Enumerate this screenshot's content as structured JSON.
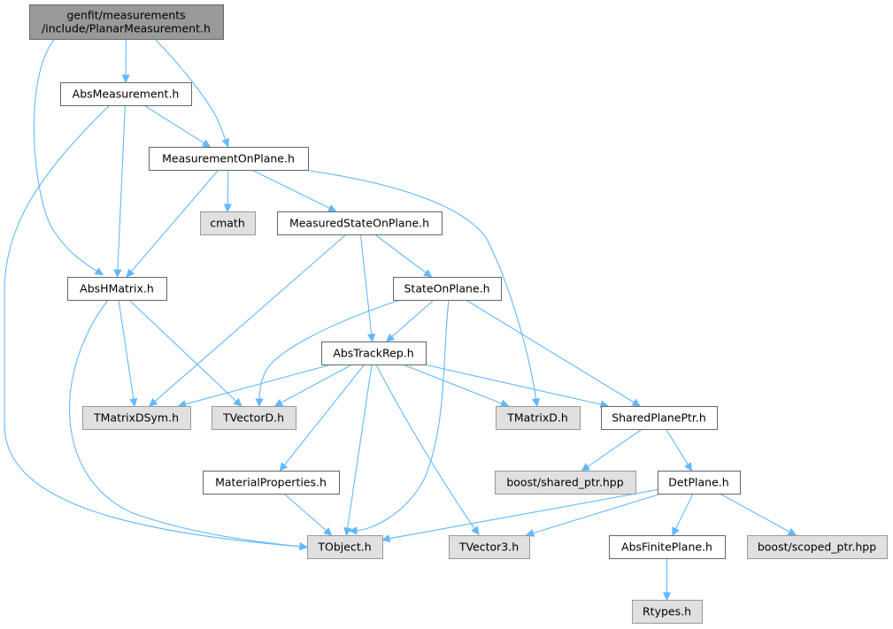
{
  "colors": {
    "edge": "#63b8ff",
    "root_fill": "#999999",
    "root_border": "#666666",
    "file_fill": "#ffffff",
    "file_border": "#666666",
    "external_fill": "#e0e0e0",
    "external_border": "#999999"
  },
  "nodes": [
    {
      "id": "root",
      "kind": "root",
      "lines": [
        "genfit/measurements",
        "/include/PlanarMeasurement.h"
      ]
    },
    {
      "id": "absmeas",
      "kind": "file",
      "lines": [
        "AbsMeasurement.h"
      ]
    },
    {
      "id": "measonplane",
      "kind": "file",
      "lines": [
        "MeasurementOnPlane.h"
      ]
    },
    {
      "id": "cmath",
      "kind": "external",
      "lines": [
        "cmath"
      ]
    },
    {
      "id": "measstate",
      "kind": "file",
      "lines": [
        "MeasuredStateOnPlane.h"
      ]
    },
    {
      "id": "abshmatrix",
      "kind": "file",
      "lines": [
        "AbsHMatrix.h"
      ]
    },
    {
      "id": "stateonplane",
      "kind": "file",
      "lines": [
        "StateOnPlane.h"
      ]
    },
    {
      "id": "abstrackrep",
      "kind": "file",
      "lines": [
        "AbsTrackRep.h"
      ]
    },
    {
      "id": "tmatrixdsym",
      "kind": "external",
      "lines": [
        "TMatrixDSym.h"
      ]
    },
    {
      "id": "tvectord",
      "kind": "external",
      "lines": [
        "TVectorD.h"
      ]
    },
    {
      "id": "tmatrixd",
      "kind": "external",
      "lines": [
        "TMatrixD.h"
      ]
    },
    {
      "id": "sharedplaneptr",
      "kind": "file",
      "lines": [
        "SharedPlanePtr.h"
      ]
    },
    {
      "id": "boostshared",
      "kind": "external",
      "lines": [
        "boost/shared_ptr.hpp"
      ]
    },
    {
      "id": "detplane",
      "kind": "file",
      "lines": [
        "DetPlane.h"
      ]
    },
    {
      "id": "materialprops",
      "kind": "file",
      "lines": [
        "MaterialProperties.h"
      ]
    },
    {
      "id": "tobject",
      "kind": "external",
      "lines": [
        "TObject.h"
      ]
    },
    {
      "id": "tvector3",
      "kind": "external",
      "lines": [
        "TVector3.h"
      ]
    },
    {
      "id": "absfiniteplane",
      "kind": "file",
      "lines": [
        "AbsFinitePlane.h"
      ]
    },
    {
      "id": "boostscoped",
      "kind": "external",
      "lines": [
        "boost/scoped_ptr.hpp"
      ]
    },
    {
      "id": "rtypes",
      "kind": "external",
      "lines": [
        "Rtypes.h"
      ]
    }
  ],
  "edges": [
    {
      "from": "root",
      "to": "absmeas"
    },
    {
      "from": "root",
      "to": "measonplane"
    },
    {
      "from": "root",
      "to": "abshmatrix"
    },
    {
      "from": "absmeas",
      "to": "measonplane"
    },
    {
      "from": "absmeas",
      "to": "abshmatrix"
    },
    {
      "from": "absmeas",
      "to": "tobject"
    },
    {
      "from": "measonplane",
      "to": "cmath"
    },
    {
      "from": "measonplane",
      "to": "measstate"
    },
    {
      "from": "measonplane",
      "to": "abshmatrix"
    },
    {
      "from": "measonplane",
      "to": "tmatrixd"
    },
    {
      "from": "measstate",
      "to": "stateonplane"
    },
    {
      "from": "measstate",
      "to": "abstrackrep"
    },
    {
      "from": "measstate",
      "to": "tmatrixdsym"
    },
    {
      "from": "abshmatrix",
      "to": "tmatrixdsym"
    },
    {
      "from": "abshmatrix",
      "to": "tvectord"
    },
    {
      "from": "abshmatrix",
      "to": "tobject"
    },
    {
      "from": "stateonplane",
      "to": "abstrackrep"
    },
    {
      "from": "stateonplane",
      "to": "sharedplaneptr"
    },
    {
      "from": "stateonplane",
      "to": "tvectord"
    },
    {
      "from": "stateonplane",
      "to": "tobject"
    },
    {
      "from": "abstrackrep",
      "to": "tmatrixdsym"
    },
    {
      "from": "abstrackrep",
      "to": "tvectord"
    },
    {
      "from": "abstrackrep",
      "to": "tmatrixd"
    },
    {
      "from": "abstrackrep",
      "to": "sharedplaneptr"
    },
    {
      "from": "abstrackrep",
      "to": "materialprops"
    },
    {
      "from": "abstrackrep",
      "to": "tobject"
    },
    {
      "from": "abstrackrep",
      "to": "tvector3"
    },
    {
      "from": "sharedplaneptr",
      "to": "boostshared"
    },
    {
      "from": "sharedplaneptr",
      "to": "detplane"
    },
    {
      "from": "detplane",
      "to": "tobject"
    },
    {
      "from": "detplane",
      "to": "tvector3"
    },
    {
      "from": "detplane",
      "to": "absfiniteplane"
    },
    {
      "from": "detplane",
      "to": "boostscoped"
    },
    {
      "from": "materialprops",
      "to": "tobject"
    },
    {
      "from": "absfiniteplane",
      "to": "rtypes"
    }
  ]
}
